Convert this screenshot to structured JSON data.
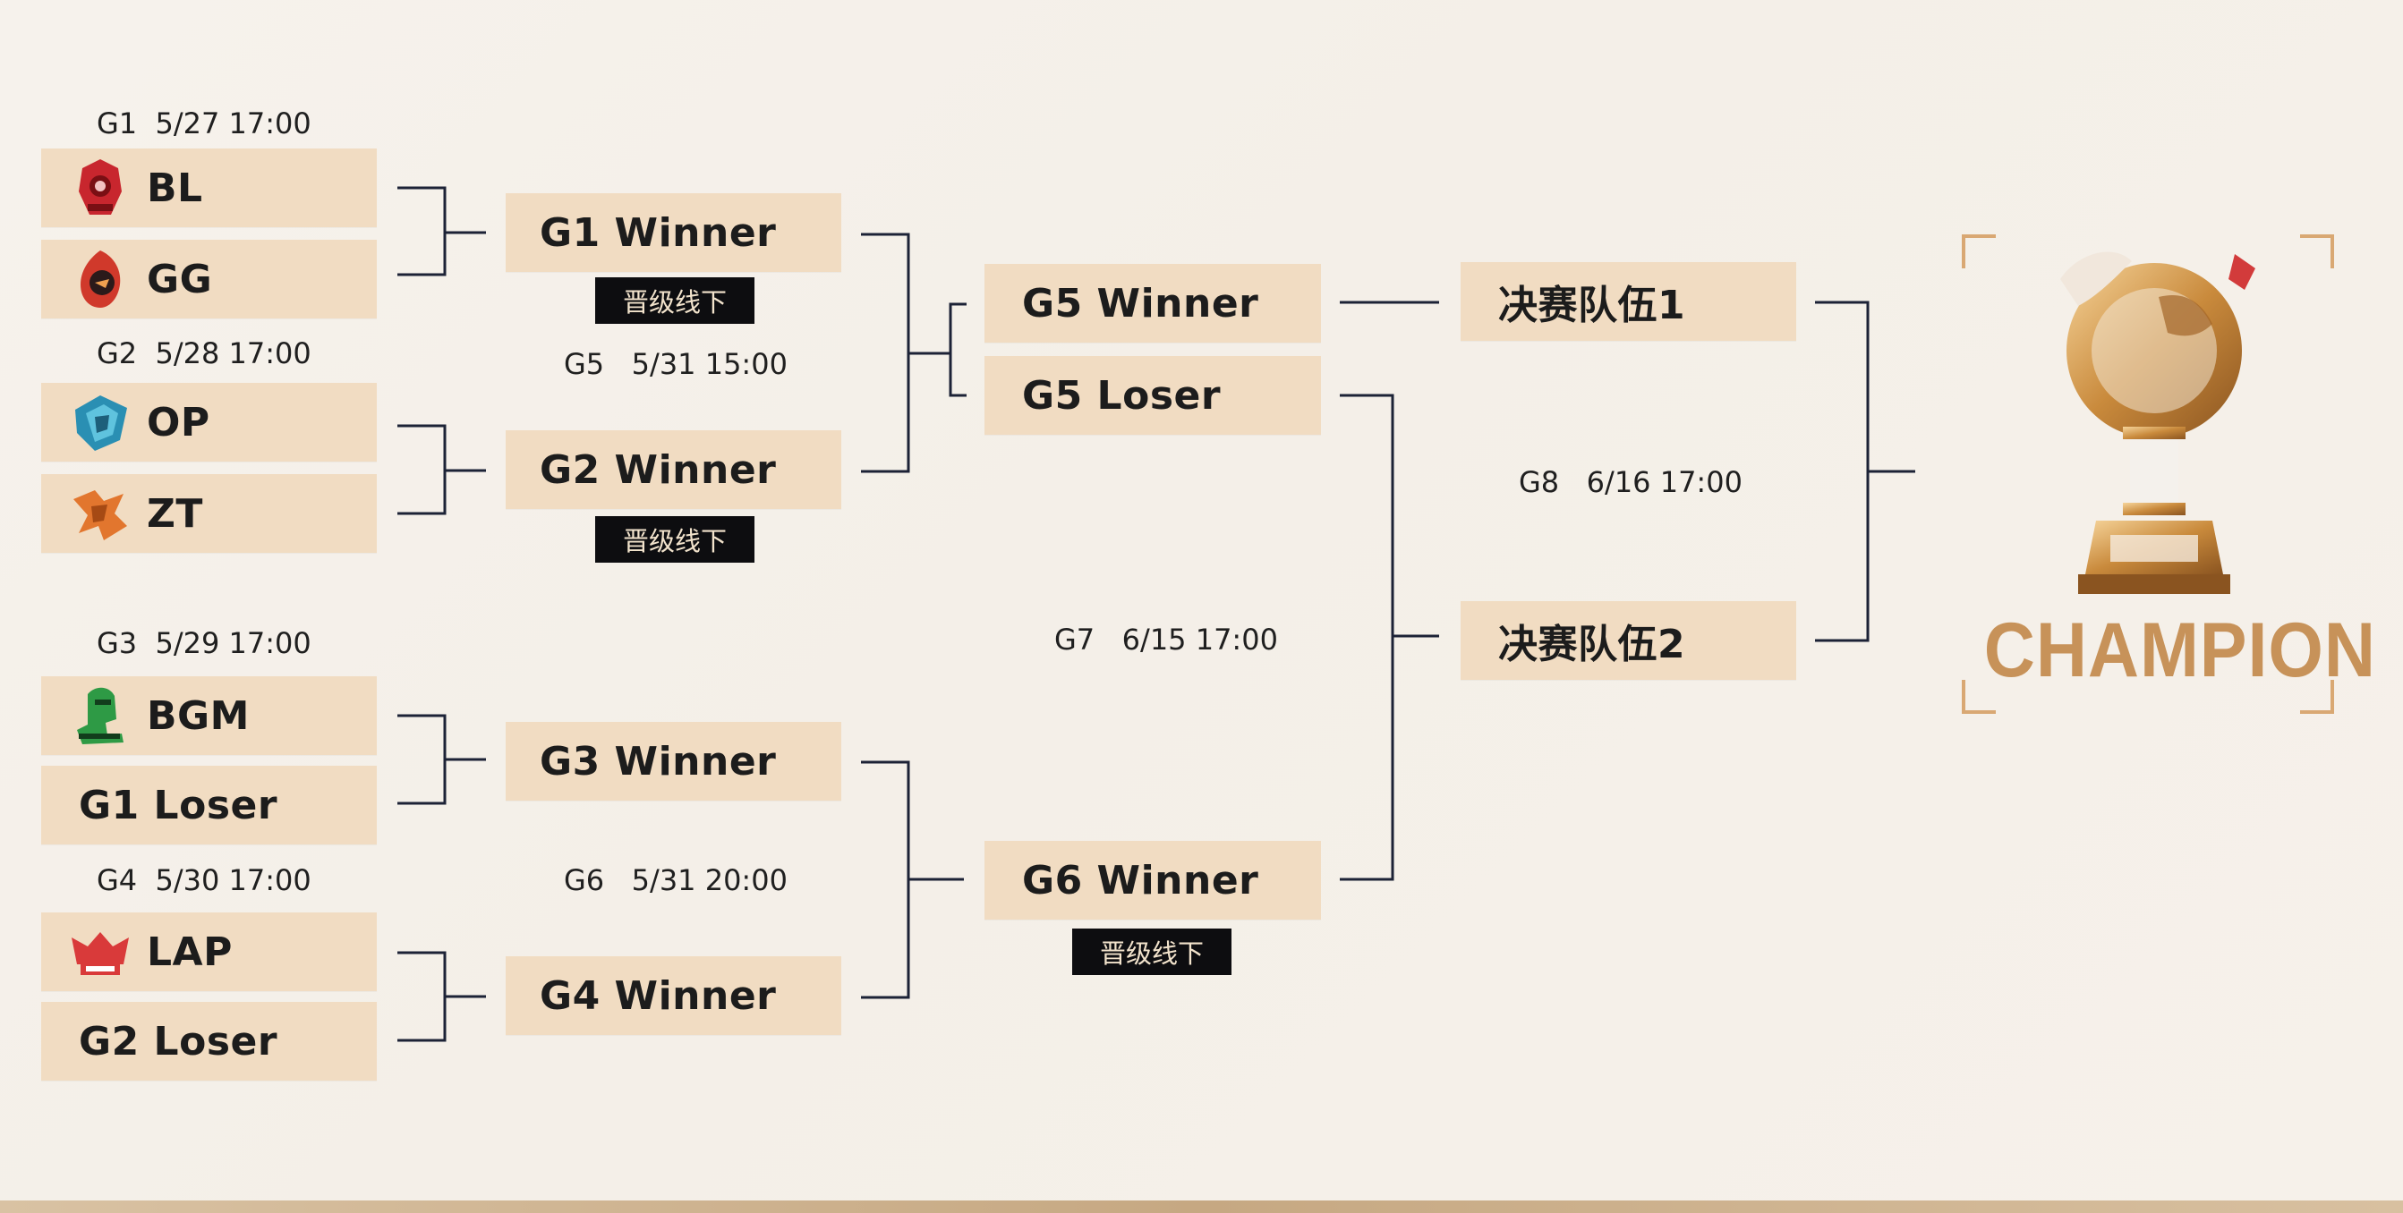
{
  "round1": {
    "g1_schedule": "G1  5/27 17:00",
    "g2_schedule": "G2  5/28 17:00",
    "g3_schedule": "G3  5/29 17:00",
    "g4_schedule": "G4  5/30 17:00",
    "teams": {
      "bl": "BL",
      "gg": "GG",
      "op": "OP",
      "zt": "ZT",
      "bgm": "BGM",
      "g1_loser": "G1 Loser",
      "lap": "LAP",
      "g2_loser": "G2 Loser"
    },
    "logo_colors": {
      "bl": "#c8262e",
      "gg": "#d0392b",
      "op": "#2a8fb3",
      "zt": "#e2762e",
      "bgm": "#2e9a45",
      "lap": "#d93a3a"
    }
  },
  "round2": {
    "g1_winner": "G1 Winner",
    "g2_winner": "G2 Winner",
    "g3_winner": "G3 Winner",
    "g4_winner": "G4 Winner",
    "tag_1": "晋级线下",
    "tag_2": "晋级线下",
    "g5_schedule": "G5   5/31 15:00",
    "g6_schedule": "G6   5/31 20:00"
  },
  "round3": {
    "g5_winner": "G5 Winner",
    "g5_loser": "G5 Loser",
    "g6_winner": "G6 Winner",
    "tag_3": "晋级线下",
    "g7_schedule": "G7   6/15 17:00"
  },
  "final": {
    "team_1": "决赛队伍1",
    "team_2": "决赛队伍2",
    "g8_schedule": "G8   6/16 17:00"
  },
  "champion": {
    "label": "CHAMPION",
    "trophy_icon": "trophy-icon",
    "label_color": "#c79259"
  },
  "colors": {
    "box": "#f1dcc2",
    "line": "#1c2236",
    "tag_bg": "#0d0d10"
  }
}
